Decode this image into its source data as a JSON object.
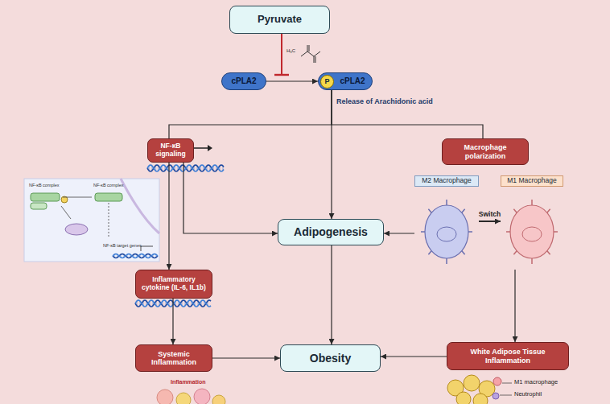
{
  "diagram": {
    "nodes": [
      {
        "text": [
          "Pyruvate"
        ]
      },
      {
        "text": [
          "cPLA2"
        ]
      },
      {
        "text": [
          "cPLA2"
        ]
      },
      {
        "text": [
          "P"
        ],
        "in": 2
      },
      {
        "text": [
          "NF-κB signaling"
        ]
      },
      {
        "text": [
          "Macrophage polarization"
        ]
      },
      {
        "text": [
          "M2 Macrophage"
        ]
      },
      {
        "text": [
          "M1 Macrophage"
        ]
      },
      {
        "text": [
          "Adipogenesis"
        ]
      },
      {
        "text": [
          "Inflammatory cytokine (IL-6, IL1b)"
        ]
      },
      {
        "text": [
          "Systemic Inflammation"
        ]
      },
      {
        "text": [
          "Obesity"
        ]
      },
      {
        "text": [
          "White Adipose Tissue Inflammation"
        ]
      }
    ],
    "edges": [
      {
        "from": 1,
        "to": 2,
        "arrow": "to"
      },
      {
        "from": 2,
        "to": 4,
        "arrow": "none"
      },
      {
        "from": 2,
        "to": 5,
        "arrow": "none"
      },
      {
        "from": 2,
        "to": 8,
        "arrow": "to"
      },
      {
        "from": 4,
        "to": 9,
        "arrow": "to"
      },
      {
        "from": 4,
        "to": 8,
        "arrow": "to"
      },
      {
        "from": 6,
        "to": 8,
        "arrow": "to"
      },
      {
        "from": 6,
        "to": 7,
        "label": "Switch",
        "arrow": "to"
      },
      {
        "from": 8,
        "to": 11,
        "arrow": "to"
      },
      {
        "from": 9,
        "to": 10,
        "arrow": "to"
      },
      {
        "from": 10,
        "to": 11,
        "arrow": "to"
      },
      {
        "from": 7,
        "to": 12,
        "arrow": "to"
      },
      {
        "from": 12,
        "to": 11,
        "arrow": "to"
      }
    ],
    "labels": [
      "Release of Arachidonic acid",
      "H₃C",
      "NF-κB complex",
      "NF-κB complex",
      "NF-κB target genes",
      "Inflammation",
      "M1 macrophage",
      "Neutrophil"
    ]
  }
}
